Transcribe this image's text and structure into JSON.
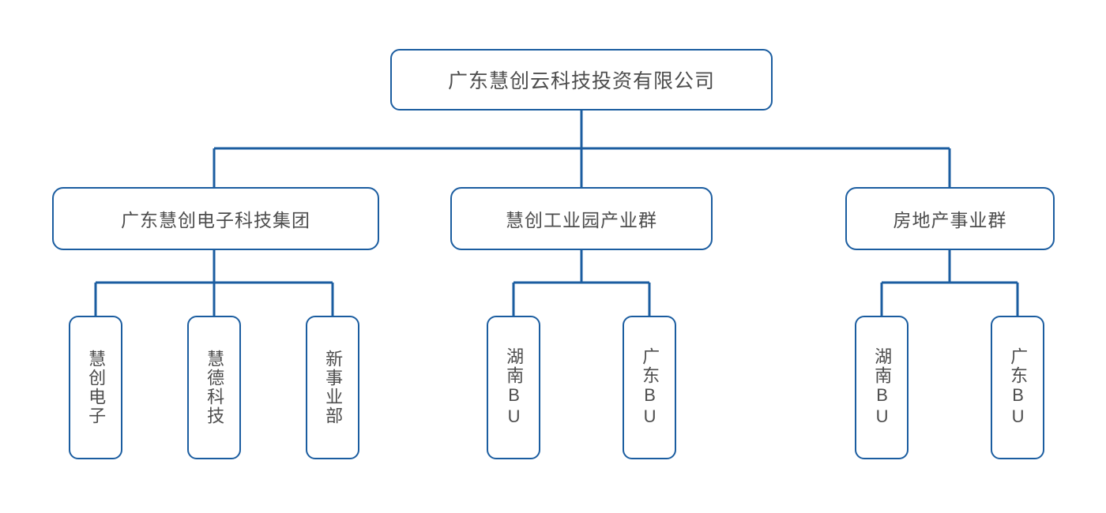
{
  "chart_data": {
    "type": "diagram",
    "diagram_type": "organization-chart",
    "title": "",
    "orientation": "top-down",
    "line_color": "#1B5DA0",
    "box_border_color": "#1B5DA0",
    "box_fill_color": "#FFFFFF",
    "text_color": "#4D4D4D",
    "levels": 3,
    "nodes": [
      {
        "id": "root",
        "label": "广东慧创云科技投资有限公司",
        "level": 0,
        "parent": null,
        "orientation": "horizontal"
      },
      {
        "id": "g1",
        "label": "广东慧创电子科技集团",
        "level": 1,
        "parent": "root",
        "orientation": "horizontal"
      },
      {
        "id": "g2",
        "label": "慧创工业园产业群",
        "level": 1,
        "parent": "root",
        "orientation": "horizontal"
      },
      {
        "id": "g3",
        "label": "房地产事业群",
        "level": 1,
        "parent": "root",
        "orientation": "horizontal"
      },
      {
        "id": "g1c1",
        "label": "慧创电子",
        "level": 2,
        "parent": "g1",
        "orientation": "vertical"
      },
      {
        "id": "g1c2",
        "label": "慧德科技",
        "level": 2,
        "parent": "g1",
        "orientation": "vertical"
      },
      {
        "id": "g1c3",
        "label": "新事业部",
        "level": 2,
        "parent": "g1",
        "orientation": "vertical"
      },
      {
        "id": "g2c1",
        "label": "湖南BU",
        "level": 2,
        "parent": "g2",
        "orientation": "vertical"
      },
      {
        "id": "g2c2",
        "label": "广东BU",
        "level": 2,
        "parent": "g2",
        "orientation": "vertical"
      },
      {
        "id": "g3c1",
        "label": "湖南BU",
        "level": 2,
        "parent": "g3",
        "orientation": "vertical"
      },
      {
        "id": "g3c2",
        "label": "广东BU",
        "level": 2,
        "parent": "g3",
        "orientation": "vertical"
      }
    ],
    "edges": [
      {
        "from": "root",
        "to": "g1"
      },
      {
        "from": "root",
        "to": "g2"
      },
      {
        "from": "root",
        "to": "g3"
      },
      {
        "from": "g1",
        "to": "g1c1"
      },
      {
        "from": "g1",
        "to": "g1c2"
      },
      {
        "from": "g1",
        "to": "g1c3"
      },
      {
        "from": "g2",
        "to": "g2c1"
      },
      {
        "from": "g2",
        "to": "g2c2"
      },
      {
        "from": "g3",
        "to": "g3c1"
      },
      {
        "from": "g3",
        "to": "g3c2"
      }
    ]
  },
  "chart": {
    "root": {
      "label": "广东慧创云科技投资有限公司"
    },
    "groups": [
      {
        "label": "广东慧创电子科技集团",
        "children": [
          {
            "label": "慧创电子"
          },
          {
            "label": "慧德科技"
          },
          {
            "label": "新事业部"
          }
        ]
      },
      {
        "label": "慧创工业园产业群",
        "children": [
          {
            "label": "湖南BU"
          },
          {
            "label": "广东BU"
          }
        ]
      },
      {
        "label": "房地产事业群",
        "children": [
          {
            "label": "湖南BU"
          },
          {
            "label": "广东BU"
          }
        ]
      }
    ]
  }
}
